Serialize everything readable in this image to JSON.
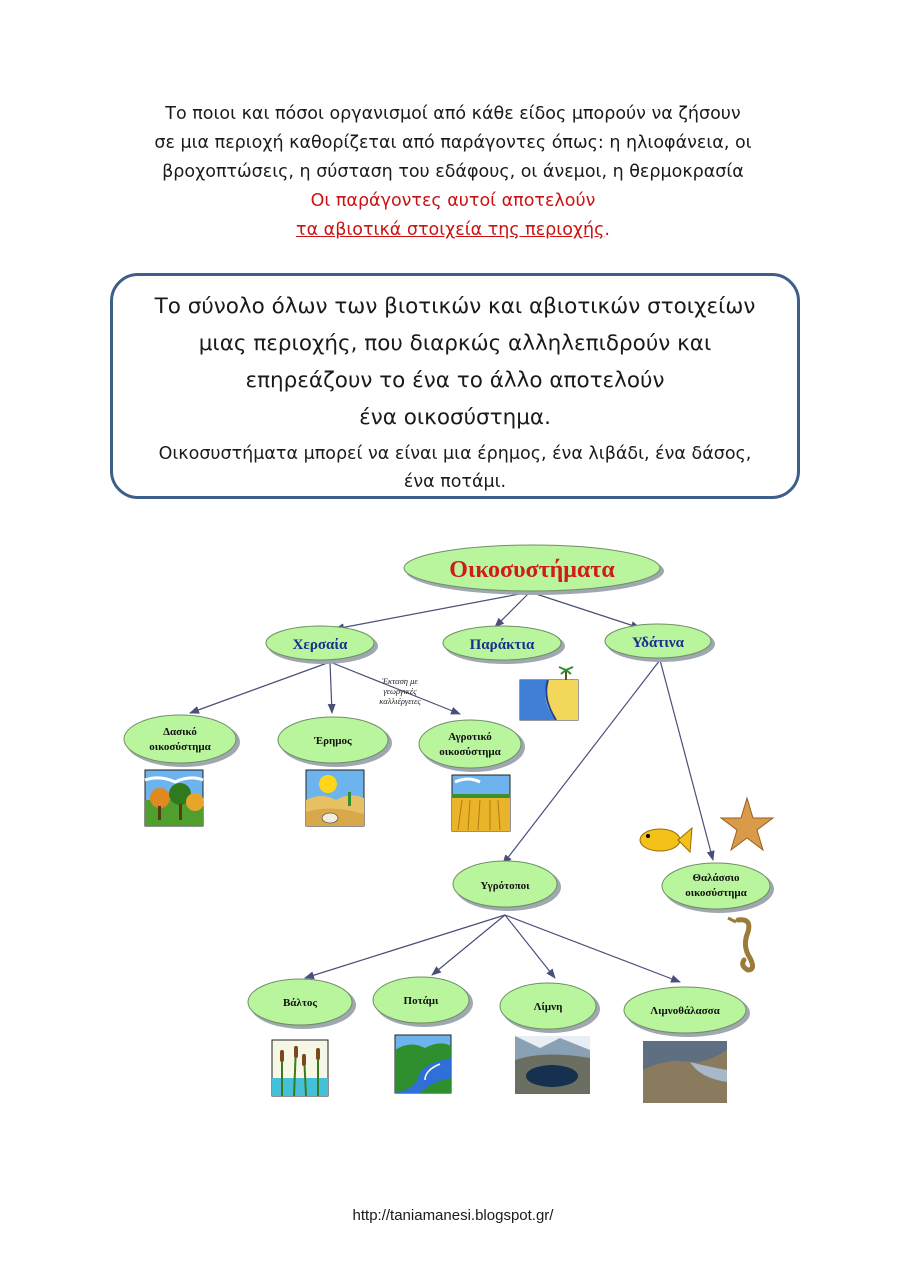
{
  "intro": {
    "line1": "Το ποιοι και πόσοι οργανισμοί από κάθε είδος μπορούν να ζήσουν",
    "line2": "σε μια περιοχή καθορίζεται από παράγοντες όπως:  η ηλιοφάνεια, οι",
    "line3": "βροχοπτώσεις, η σύσταση του εδάφους, οι άνεμοι, η θερμοκρασία",
    "red_line1": "Οι παράγοντες αυτοί αποτελούν",
    "red_line2": "τα  αβιοτικά στοιχεία της περιοχής",
    "red_line2_end": "."
  },
  "definition_box": {
    "line1": "Το σύνολο όλων των βιοτικών και αβιοτικών στοιχείων",
    "line2": "μιας περιοχής, που διαρκώς αλληλεπιδρούν και",
    "line3": "επηρεάζουν το ένα το άλλο αποτελούν",
    "line4": "ένα  οικοσύστημα.",
    "examples_line1": "Οικοσυστήματα μπορεί να είναι μια έρημος, ένα λιβάδι, ένα δάσος,",
    "examples_line2": "ένα ποτάμι."
  },
  "concept_map": {
    "root": "Οικοσυστήματα",
    "terrestrial": "Χερσαία",
    "coastal": "Παράκτια",
    "aquatic": "Υδάτινα",
    "forest_l1": "Δασικό",
    "forest_l2": "οικοσύστημα",
    "desert": "Έρημος",
    "agro_l1": "Αγροτικό",
    "agro_l2": "οικοσύστημα",
    "note_l1": "Έκταση με",
    "note_l2": "γεωργικές",
    "note_l3": "καλλιέργειες",
    "wetlands": "Υγρότοποι",
    "marine_l1": "Θαλάσσιο",
    "marine_l2": "οικοσύστημα",
    "marsh": "Βάλτος",
    "river": "Ποτάμι",
    "lake": "Λίμνη",
    "lagoon": "Λιμνοθάλασσα",
    "colors": {
      "node_fill": "#b9f59d",
      "root_text": "#d11a1a",
      "level1_text": "#1b2f8f",
      "arrow": "#4a4f7a"
    }
  },
  "footer": {
    "url": "http://taniamanesi.blogspot.gr/"
  }
}
